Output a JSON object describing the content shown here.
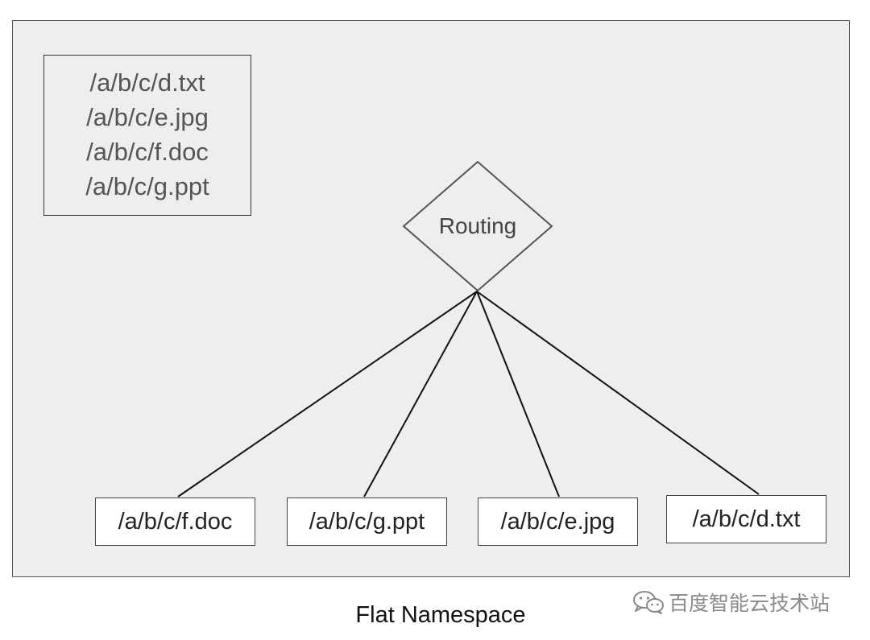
{
  "diagram": {
    "path_list": [
      "/a/b/c/d.txt",
      "/a/b/c/e.jpg",
      "/a/b/c/f.doc",
      "/a/b/c/g.ppt"
    ],
    "routing_label": "Routing",
    "leaves": [
      "/a/b/c/f.doc",
      "/a/b/c/g.ppt",
      "/a/b/c/e.jpg",
      "/a/b/c/d.txt"
    ],
    "caption": "Flat Namespace"
  },
  "watermark": {
    "icon": "wechat-icon",
    "text": "百度智能云技术站"
  }
}
